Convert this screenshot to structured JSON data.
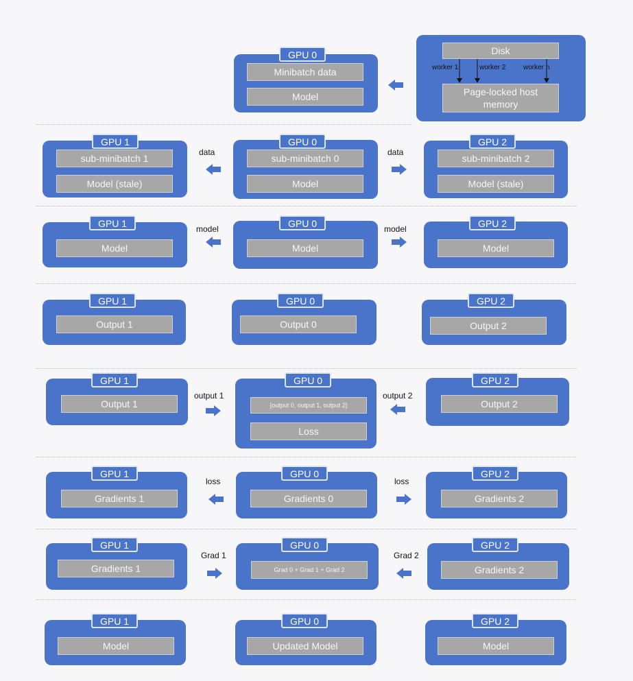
{
  "disk": {
    "title": "Disk",
    "workers": [
      "worker 1",
      "worker 2",
      "worker n"
    ],
    "memory": "Page-locked host memory"
  },
  "row1": {
    "gpu": "GPU 0",
    "items": [
      "Minibatch data",
      "Model"
    ]
  },
  "row2": {
    "left": {
      "gpu": "GPU 1",
      "items": [
        "sub-minibatch 1",
        "Model (stale)"
      ]
    },
    "center": {
      "gpu": "GPU 0",
      "items": [
        "sub-minibatch 0",
        "Model"
      ]
    },
    "right": {
      "gpu": "GPU 2",
      "items": [
        "sub-minibatch 2",
        "Model (stale)"
      ]
    },
    "left_label": "data",
    "right_label": "data"
  },
  "row3": {
    "left": {
      "gpu": "GPU 1",
      "item": "Model"
    },
    "center": {
      "gpu": "GPU 0",
      "item": "Model"
    },
    "right": {
      "gpu": "GPU 2",
      "item": "Model"
    },
    "left_label": "model",
    "right_label": "model"
  },
  "row4": {
    "left": {
      "gpu": "GPU 1",
      "item": "Output 1"
    },
    "center": {
      "gpu": "GPU 0",
      "item": "Output 0"
    },
    "right": {
      "gpu": "GPU 2",
      "item": "Output 2"
    }
  },
  "row5": {
    "left": {
      "gpu": "GPU 1",
      "item": "Output 1"
    },
    "center": {
      "gpu": "GPU 0",
      "items": [
        "[output 0, output 1, output 2]",
        "Loss"
      ]
    },
    "right": {
      "gpu": "GPU 2",
      "item": "Output  2"
    },
    "left_label": "output 1",
    "right_label": "output 2"
  },
  "row6": {
    "left": {
      "gpu": "GPU 1",
      "item": "Gradients  1"
    },
    "center": {
      "gpu": "GPU 0",
      "item": "Gradients  0"
    },
    "right": {
      "gpu": "GPU 2",
      "item": "Gradients  2"
    },
    "left_label": "loss",
    "right_label": "loss"
  },
  "row7": {
    "left": {
      "gpu": "GPU 1",
      "item": "Gradients  1"
    },
    "center": {
      "gpu": "GPU 0",
      "item": "Grad 0 + Grad 1 + Grad 2"
    },
    "right": {
      "gpu": "GPU 2",
      "item": "Gradients  2"
    },
    "left_label": "Grad 1",
    "right_label": "Grad 2"
  },
  "row8": {
    "left": {
      "gpu": "GPU 1",
      "item": "Model"
    },
    "center": {
      "gpu": "GPU 0",
      "item": "Updated Model"
    },
    "right": {
      "gpu": "GPU 2",
      "item": "Model"
    }
  },
  "colors": {
    "gpu_fill": "#4a74c9",
    "inner_fill": "#a7a7a7",
    "background": "#f7f7fa"
  }
}
